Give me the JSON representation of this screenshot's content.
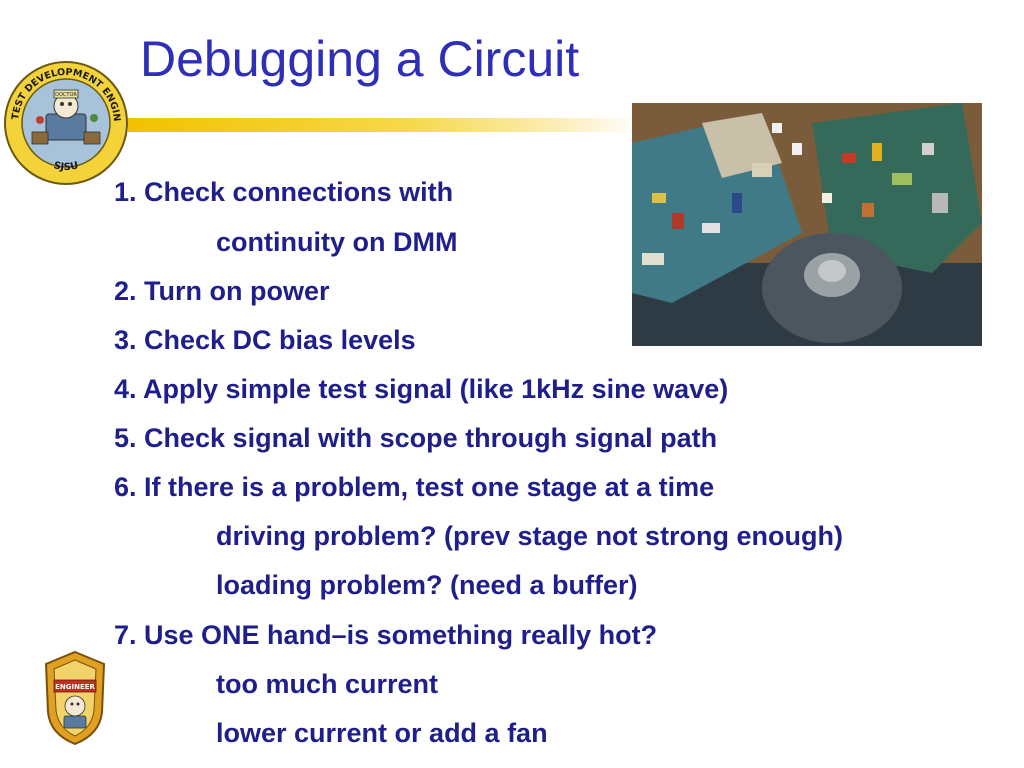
{
  "slide": {
    "title": "Debugging a Circuit",
    "top_logo": {
      "text_ring": "TEST DEVELOPMENT ENGINEERING PROGRAM",
      "inner": "DOCTOR",
      "bottom": "SJSU"
    },
    "bottom_logo": {
      "banner": "ENGINEER"
    },
    "steps": [
      {
        "text": "1. Check connections with",
        "level": 1
      },
      {
        "text": "continuity on DMM",
        "level": 2
      },
      {
        "text": "2. Turn on power",
        "level": 1
      },
      {
        "text": "3. Check DC bias levels",
        "level": 1
      },
      {
        "text": "4. Apply simple test signal (like 1kHz sine wave)",
        "level": 1
      },
      {
        "text": "5. Check signal with scope through signal path",
        "level": 1
      },
      {
        "text": "6. If there is a problem, test one stage at a time",
        "level": 1
      },
      {
        "text": "driving problem? (prev stage not strong enough)",
        "level": 2
      },
      {
        "text": "loading problem? (need a buffer)",
        "level": 2
      },
      {
        "text": "7. Use ONE hand–is something really hot?",
        "level": 1
      },
      {
        "text": "too much current",
        "level": 2
      },
      {
        "text": "lower current or add a fan",
        "level": 2
      }
    ]
  }
}
